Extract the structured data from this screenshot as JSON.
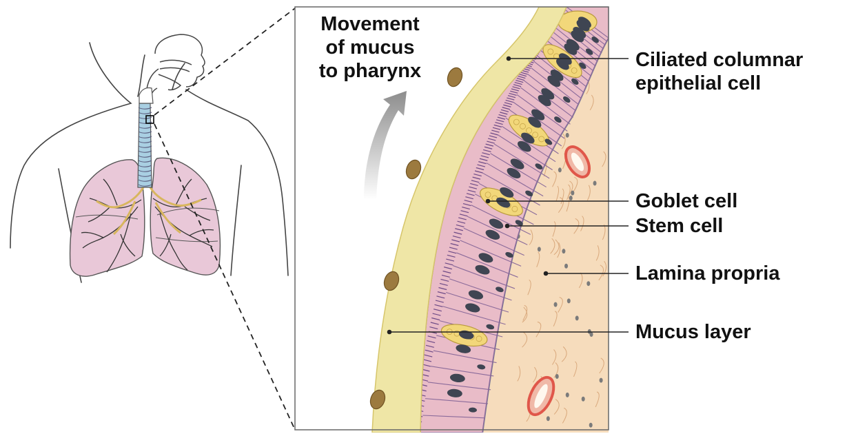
{
  "movement_caption": [
    "Movement",
    "of mucus",
    "to pharynx"
  ],
  "labels": {
    "ciliated": [
      "Ciliated columnar",
      "epithelial cell"
    ],
    "goblet": "Goblet cell",
    "stem": "Stem cell",
    "lamina": "Lamina propria",
    "mucus": "Mucus layer"
  },
  "colors": {
    "mucus_layer": "#efe6a6",
    "epithelium": "#e9bcc8",
    "cell_outline": "#8a6a9a",
    "nucleus": "#3f4552",
    "goblet_fill": "#f2d77a",
    "lamina_propria": "#f6dcbc",
    "blood_vessel": "#e0574a",
    "lung": "#e9c8d8",
    "trachea": "#a9cfe2"
  }
}
